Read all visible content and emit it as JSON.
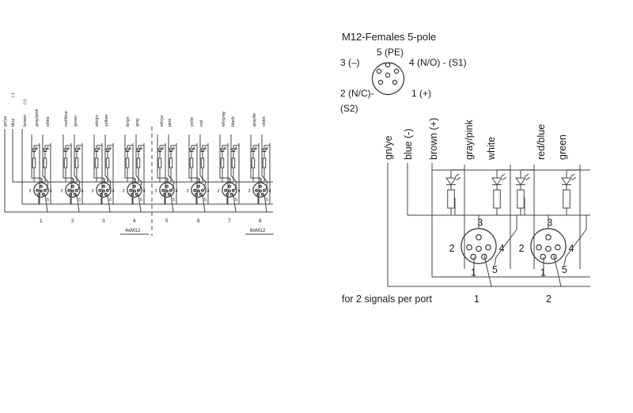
{
  "pinout": {
    "title": "M12-Females  5-pole",
    "pin5": "5 (PE)",
    "pin3": "3 (–)",
    "pin4": "4  (N/O) - (S1)",
    "pin2": "2  (N/C)-",
    "pin2b": "(S2)",
    "pin1": "1 (+)"
  },
  "detail": {
    "wires": [
      "gn/ye",
      "blue  (-)",
      "brown  (+)",
      "gray/pink",
      "white",
      "red/blue",
      "green"
    ],
    "caption": "for 2 signals per port",
    "ports": [
      "1",
      "2"
    ],
    "pins": [
      "1",
      "2",
      "3",
      "4",
      "5"
    ]
  },
  "overview": {
    "wires": [
      "gn/ye",
      "blue",
      "(-)",
      "brown",
      "(+)",
      "gray/pink",
      "white",
      "red/blue",
      "green",
      "wh/gn",
      "yellow",
      "br/gn",
      "gray",
      "wh/ye",
      "pink",
      "ye/br",
      "red",
      "wh/gray",
      "black",
      "gray/br",
      "violet"
    ],
    "ports": [
      "1",
      "2",
      "3",
      "4",
      "5",
      "6",
      "7",
      "8"
    ],
    "group_labels": [
      "4xM12",
      "8xM12"
    ],
    "pins": [
      "1",
      "2",
      "3",
      "4",
      "5"
    ]
  }
}
